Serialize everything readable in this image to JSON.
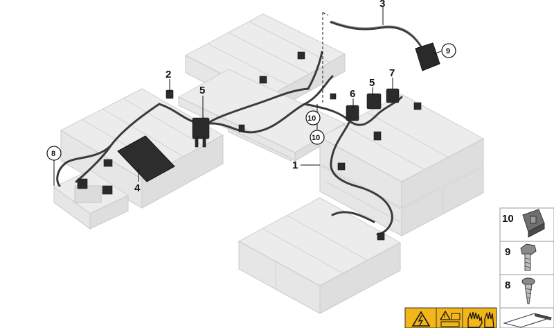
{
  "callouts": {
    "c1": "1",
    "c2": "2",
    "c3": "3",
    "c4": "4",
    "c5a": "5",
    "c5b": "5",
    "c6": "6",
    "c7": "7",
    "c8": "8",
    "c9": "9",
    "c10a": "10",
    "c10b": "10"
  },
  "legend": {
    "items": [
      {
        "number": "10",
        "icon": "clip-icon"
      },
      {
        "number": "9",
        "icon": "hex-bolt-icon"
      },
      {
        "number": "8",
        "icon": "screw-icon"
      }
    ]
  },
  "warning_label": {
    "icons": [
      "high-voltage-warning-icon",
      "read-manual-warning-icon",
      "glove-icon"
    ],
    "color": "#f2b619"
  },
  "colors": {
    "harness": "#3a3a3a",
    "battery_module": "#e8e8e8",
    "warning_yellow": "#f2b619"
  }
}
